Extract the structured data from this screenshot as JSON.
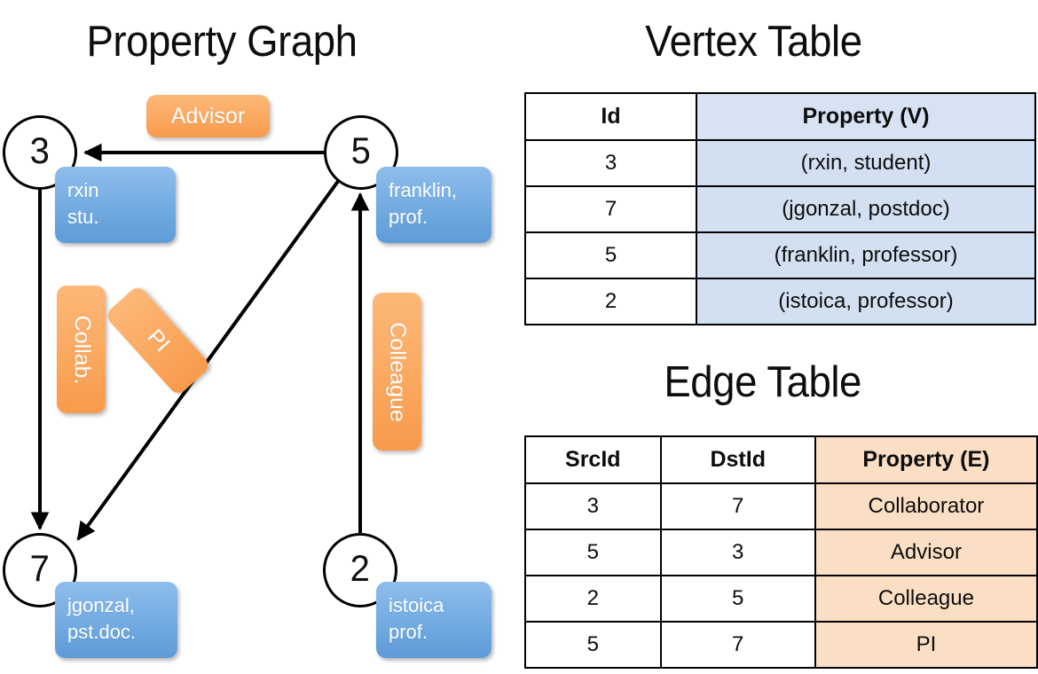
{
  "titles": {
    "property_graph": "Property Graph",
    "vertex_table": "Vertex Table",
    "edge_table": "Edge Table"
  },
  "graph": {
    "nodes": [
      {
        "id": "3",
        "label": "3",
        "property_line1": "rxin",
        "property_line2": "stu."
      },
      {
        "id": "5",
        "label": "5",
        "property_line1": "franklin,",
        "property_line2": "prof."
      },
      {
        "id": "7",
        "label": "7",
        "property_line1": "jgonzal,",
        "property_line2": "pst.doc."
      },
      {
        "id": "2",
        "label": "2",
        "property_line1": "istoica",
        "property_line2": "prof."
      }
    ],
    "edge_labels": [
      {
        "name": "advisor",
        "text": "Advisor",
        "orientation": "horizontal"
      },
      {
        "name": "collab",
        "text": "Collab.",
        "orientation": "vertical"
      },
      {
        "name": "pi",
        "text": "PI",
        "orientation": "diagonal"
      },
      {
        "name": "colleague",
        "text": "Colleague",
        "orientation": "vertical"
      }
    ],
    "edges": [
      {
        "from": "5",
        "to": "3",
        "label": "Advisor"
      },
      {
        "from": "3",
        "to": "7",
        "label": "Collab."
      },
      {
        "from": "5",
        "to": "7",
        "label": "PI"
      },
      {
        "from": "2",
        "to": "5",
        "label": "Colleague"
      }
    ]
  },
  "vertex_table": {
    "headers": [
      "Id",
      "Property (V)"
    ],
    "rows": [
      {
        "id": "3",
        "property": "(rxin, student)"
      },
      {
        "id": "7",
        "property": "(jgonzal, postdoc)"
      },
      {
        "id": "5",
        "property": "(franklin, professor)"
      },
      {
        "id": "2",
        "property": "(istoica, professor)"
      }
    ]
  },
  "edge_table": {
    "headers": [
      "SrcId",
      "DstId",
      "Property (E)"
    ],
    "rows": [
      {
        "src": "3",
        "dst": "7",
        "property": "Collaborator"
      },
      {
        "src": "5",
        "dst": "3",
        "property": "Advisor"
      },
      {
        "src": "2",
        "dst": "5",
        "property": "Colleague"
      },
      {
        "src": "5",
        "dst": "7",
        "property": "PI"
      }
    ]
  },
  "colors": {
    "vertex_property_fill": "#d3e0f2",
    "edge_property_fill": "#fadfc4",
    "node_box_blue": "#5e9bd8",
    "edge_label_orange": "#f89a4c",
    "background": "#ffffff",
    "stroke": "#000000"
  }
}
